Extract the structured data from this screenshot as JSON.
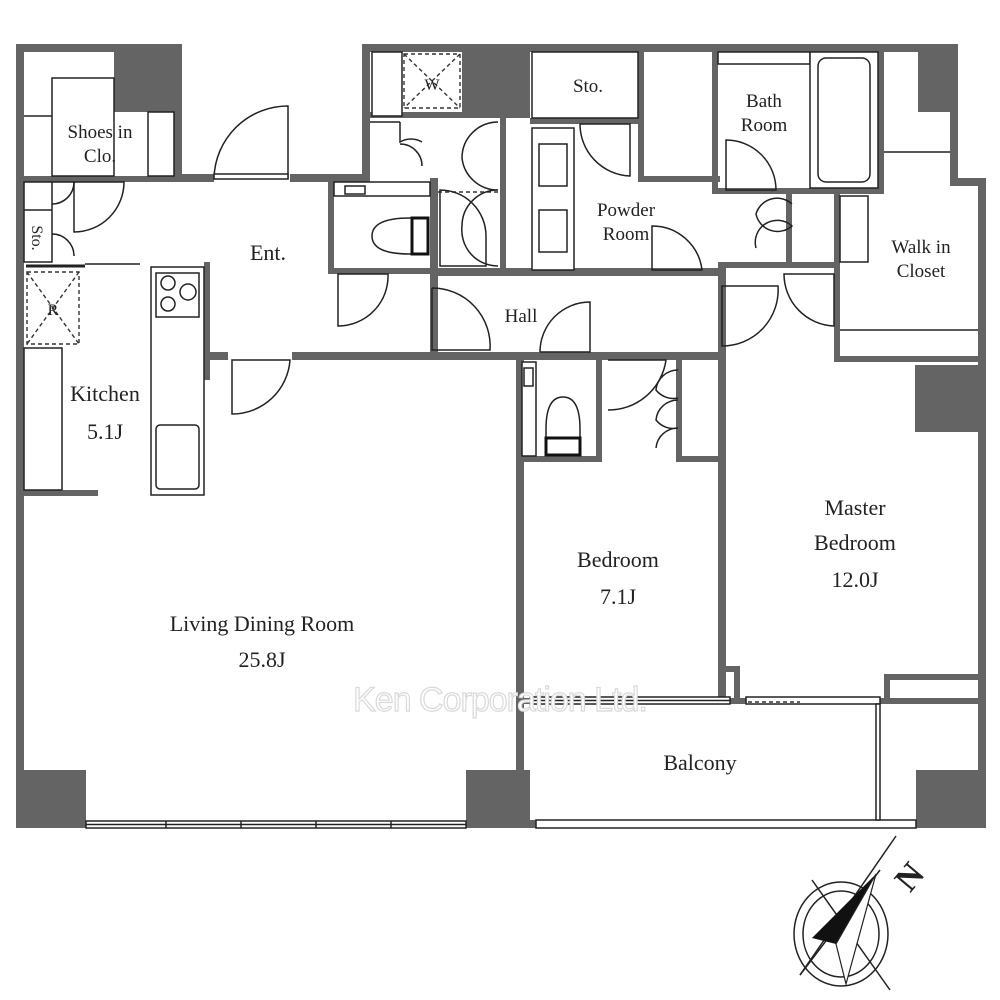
{
  "plan": {
    "rooms": {
      "shoes_closet": [
        "Shoes in",
        "Clo."
      ],
      "entrance": "Ent.",
      "storage_left": "Sto.",
      "refrigerator": "R",
      "washer": "W",
      "storage_top": "Sto.",
      "bath_room": [
        "Bath",
        "Room"
      ],
      "powder_room": [
        "Powder",
        "Room"
      ],
      "walk_in_closet": [
        "Walk in",
        "Closet"
      ],
      "hall": "Hall",
      "kitchen": {
        "name": "Kitchen",
        "size": "5.1J"
      },
      "living_dining": {
        "name": "Living Dining Room",
        "size": "25.8J"
      },
      "bedroom": {
        "name": "Bedroom",
        "size": "7.1J"
      },
      "master_bedroom": {
        "name": [
          "Master",
          "Bedroom"
        ],
        "size": "12.0J"
      },
      "balcony": "Balcony"
    },
    "watermark": "Ken Corporation Ltd.",
    "compass": {
      "label": "N",
      "icon": "north-arrow-icon"
    },
    "colors": {
      "wall": "#646464",
      "line": "#222222"
    }
  }
}
